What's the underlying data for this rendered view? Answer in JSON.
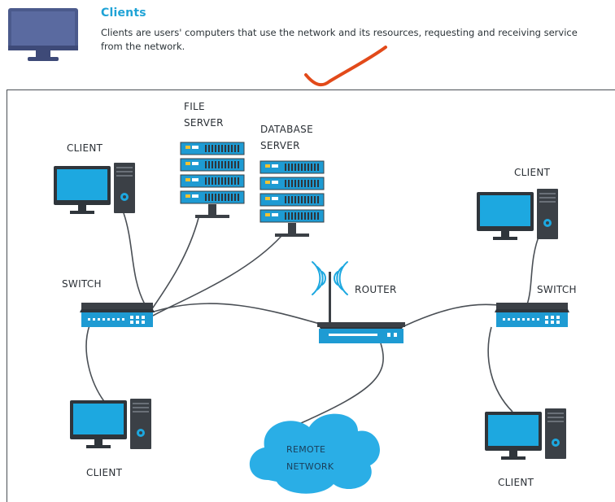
{
  "header": {
    "title": "Clients",
    "description_line1": "Clients are users' computers that use the network and its resources, requesting and receiving service",
    "description_line2": "from the network."
  },
  "diagram": {
    "labels": {
      "file_server_line1": "FILE",
      "file_server_line2": "SERVER",
      "db_server_line1": "DATABASE",
      "db_server_line2": "SERVER",
      "client_top_left": "CLIENT",
      "client_top_right": "CLIENT",
      "client_bottom_left": "CLIENT",
      "client_bottom_right": "CLIENT",
      "switch_left": "SWITCH",
      "switch_right": "SWITCH",
      "router": "ROUTER",
      "remote_line1": "REMOTE",
      "remote_line2": "NETWORK"
    },
    "colors": {
      "screen": "#1da8e0",
      "server_body": "#1e9bd3",
      "device_dark": "#3b4046",
      "cable": "#4a4f55",
      "cloud": "#2aaee6",
      "checkmark": "#e24a1a"
    }
  }
}
